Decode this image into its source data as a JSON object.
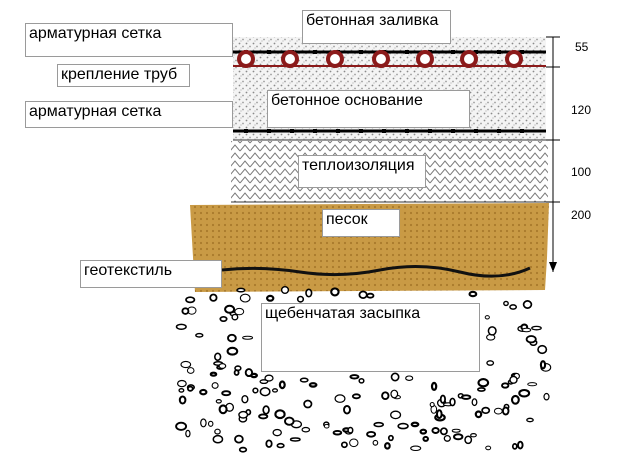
{
  "layers": [
    {
      "key": "pour",
      "label": "бетонная заливка"
    },
    {
      "key": "mesh_top",
      "label": "арматурная сетка"
    },
    {
      "key": "pipe_mount",
      "label": "крепление труб"
    },
    {
      "key": "base",
      "label": "бетонное основание"
    },
    {
      "key": "mesh_bottom",
      "label": "арматурная сетка"
    },
    {
      "key": "insulation",
      "label": "теплоизоляция"
    },
    {
      "key": "sand",
      "label": "песок"
    },
    {
      "key": "geotextile",
      "label": "геотекстиль"
    },
    {
      "key": "gravel",
      "label": "щебенчатая засыпка"
    }
  ],
  "dimensions": [
    {
      "key": "d_screed",
      "value": "55"
    },
    {
      "key": "d_base",
      "value": "120"
    },
    {
      "key": "d_insulation",
      "value": "100"
    },
    {
      "key": "d_sand",
      "value": "200"
    }
  ],
  "colors": {
    "sand": "#c99a45",
    "pipe": "#8b1a1a",
    "concrete_dots": "#8a8a8a",
    "insulation_lines": "#7a7a7a",
    "rebar": "#000000"
  }
}
